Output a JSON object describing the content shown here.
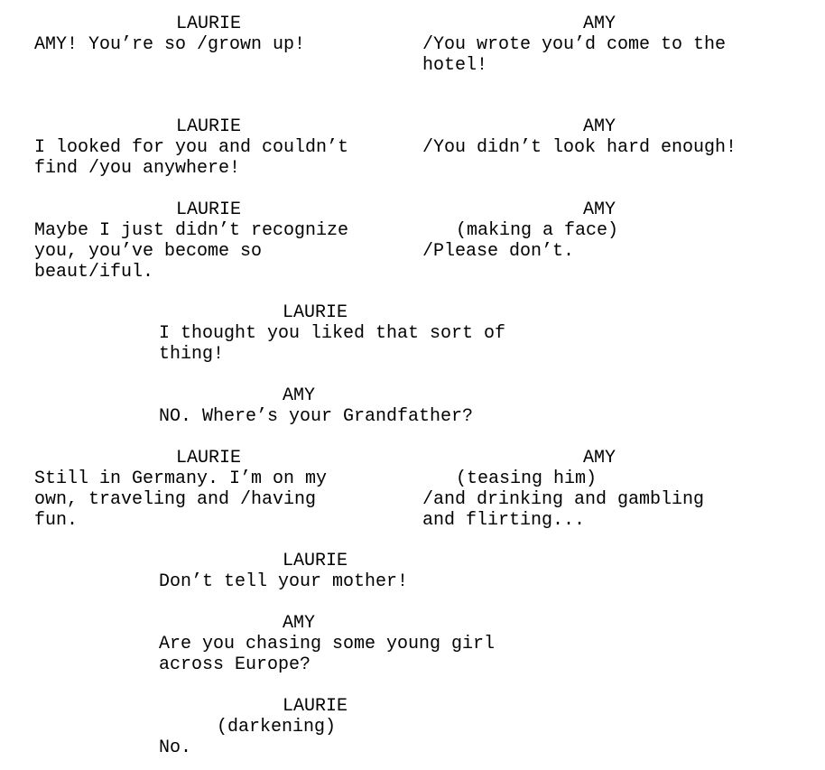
{
  "script": {
    "blocks": [
      {
        "character": "LAURIE",
        "parenthetical": "",
        "lines": [
          "AMY! You’re so /grown up!"
        ]
      },
      {
        "character": "AMY",
        "parenthetical": "",
        "lines": [
          "/You wrote you’d come to the",
          "hotel!"
        ]
      },
      {
        "character": "LAURIE",
        "parenthetical": "",
        "lines": [
          "I looked for you and couldn’t",
          "find /you anywhere!"
        ]
      },
      {
        "character": "AMY",
        "parenthetical": "",
        "lines": [
          "/You didn’t look hard enough!"
        ]
      },
      {
        "character": "LAURIE",
        "parenthetical": "",
        "lines": [
          "Maybe I just didn’t recognize",
          "you, you’ve become so",
          "beaut/iful."
        ]
      },
      {
        "character": "AMY",
        "parenthetical": "(making a face)",
        "lines": [
          "/Please don’t."
        ]
      },
      {
        "character": "LAURIE",
        "parenthetical": "",
        "lines": [
          "I thought you liked that sort of",
          "thing!"
        ]
      },
      {
        "character": "AMY",
        "parenthetical": "",
        "lines": [
          "NO. Where’s your Grandfather?"
        ]
      },
      {
        "character": "LAURIE",
        "parenthetical": "",
        "lines": [
          "Still in Germany. I’m on my",
          "own, traveling and /having",
          "fun."
        ]
      },
      {
        "character": "AMY",
        "parenthetical": "(teasing him)",
        "lines": [
          "/and drinking and gambling",
          "and flirting..."
        ]
      },
      {
        "character": "LAURIE",
        "parenthetical": "",
        "lines": [
          "Don’t tell your mother!"
        ]
      },
      {
        "character": "AMY",
        "parenthetical": "",
        "lines": [
          "Are you chasing some young girl",
          "across Europe?"
        ]
      },
      {
        "character": "LAURIE",
        "parenthetical": "(darkening)",
        "lines": [
          "No."
        ]
      }
    ]
  }
}
